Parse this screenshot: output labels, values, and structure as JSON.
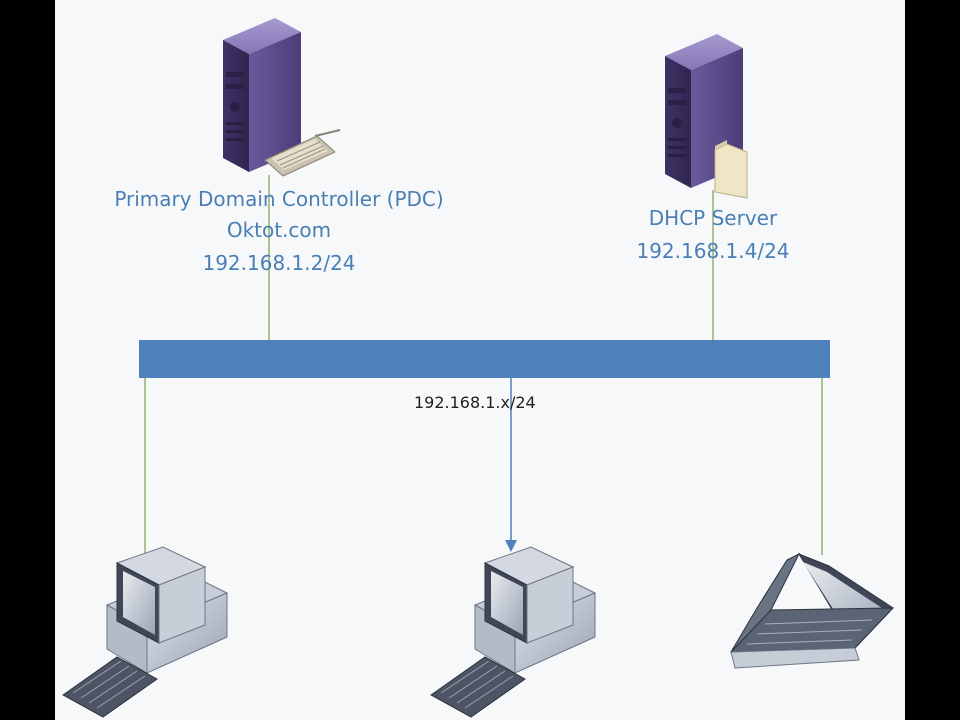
{
  "nodes": {
    "pdc": {
      "name": "Primary Domain Controller (PDC)",
      "domain": "Oktot.com",
      "ip": "192.168.1.2/24",
      "icon": "server-with-keyboard-icon"
    },
    "dhcp": {
      "name": "DHCP Server",
      "ip": "192.168.1.4/24",
      "icon": "server-with-folder-icon"
    },
    "clients": [
      {
        "icon": "desktop-computer-icon"
      },
      {
        "icon": "desktop-computer-icon"
      },
      {
        "icon": "laptop-icon"
      }
    ]
  },
  "network": {
    "subnet_label": "192.168.1.x/24"
  },
  "colors": {
    "bus": "#4f81bd",
    "link_line": "#8fb36b",
    "label_text": "#4a7fb5",
    "server_body": "#5e4d8e",
    "background": "#f7f8fa"
  }
}
